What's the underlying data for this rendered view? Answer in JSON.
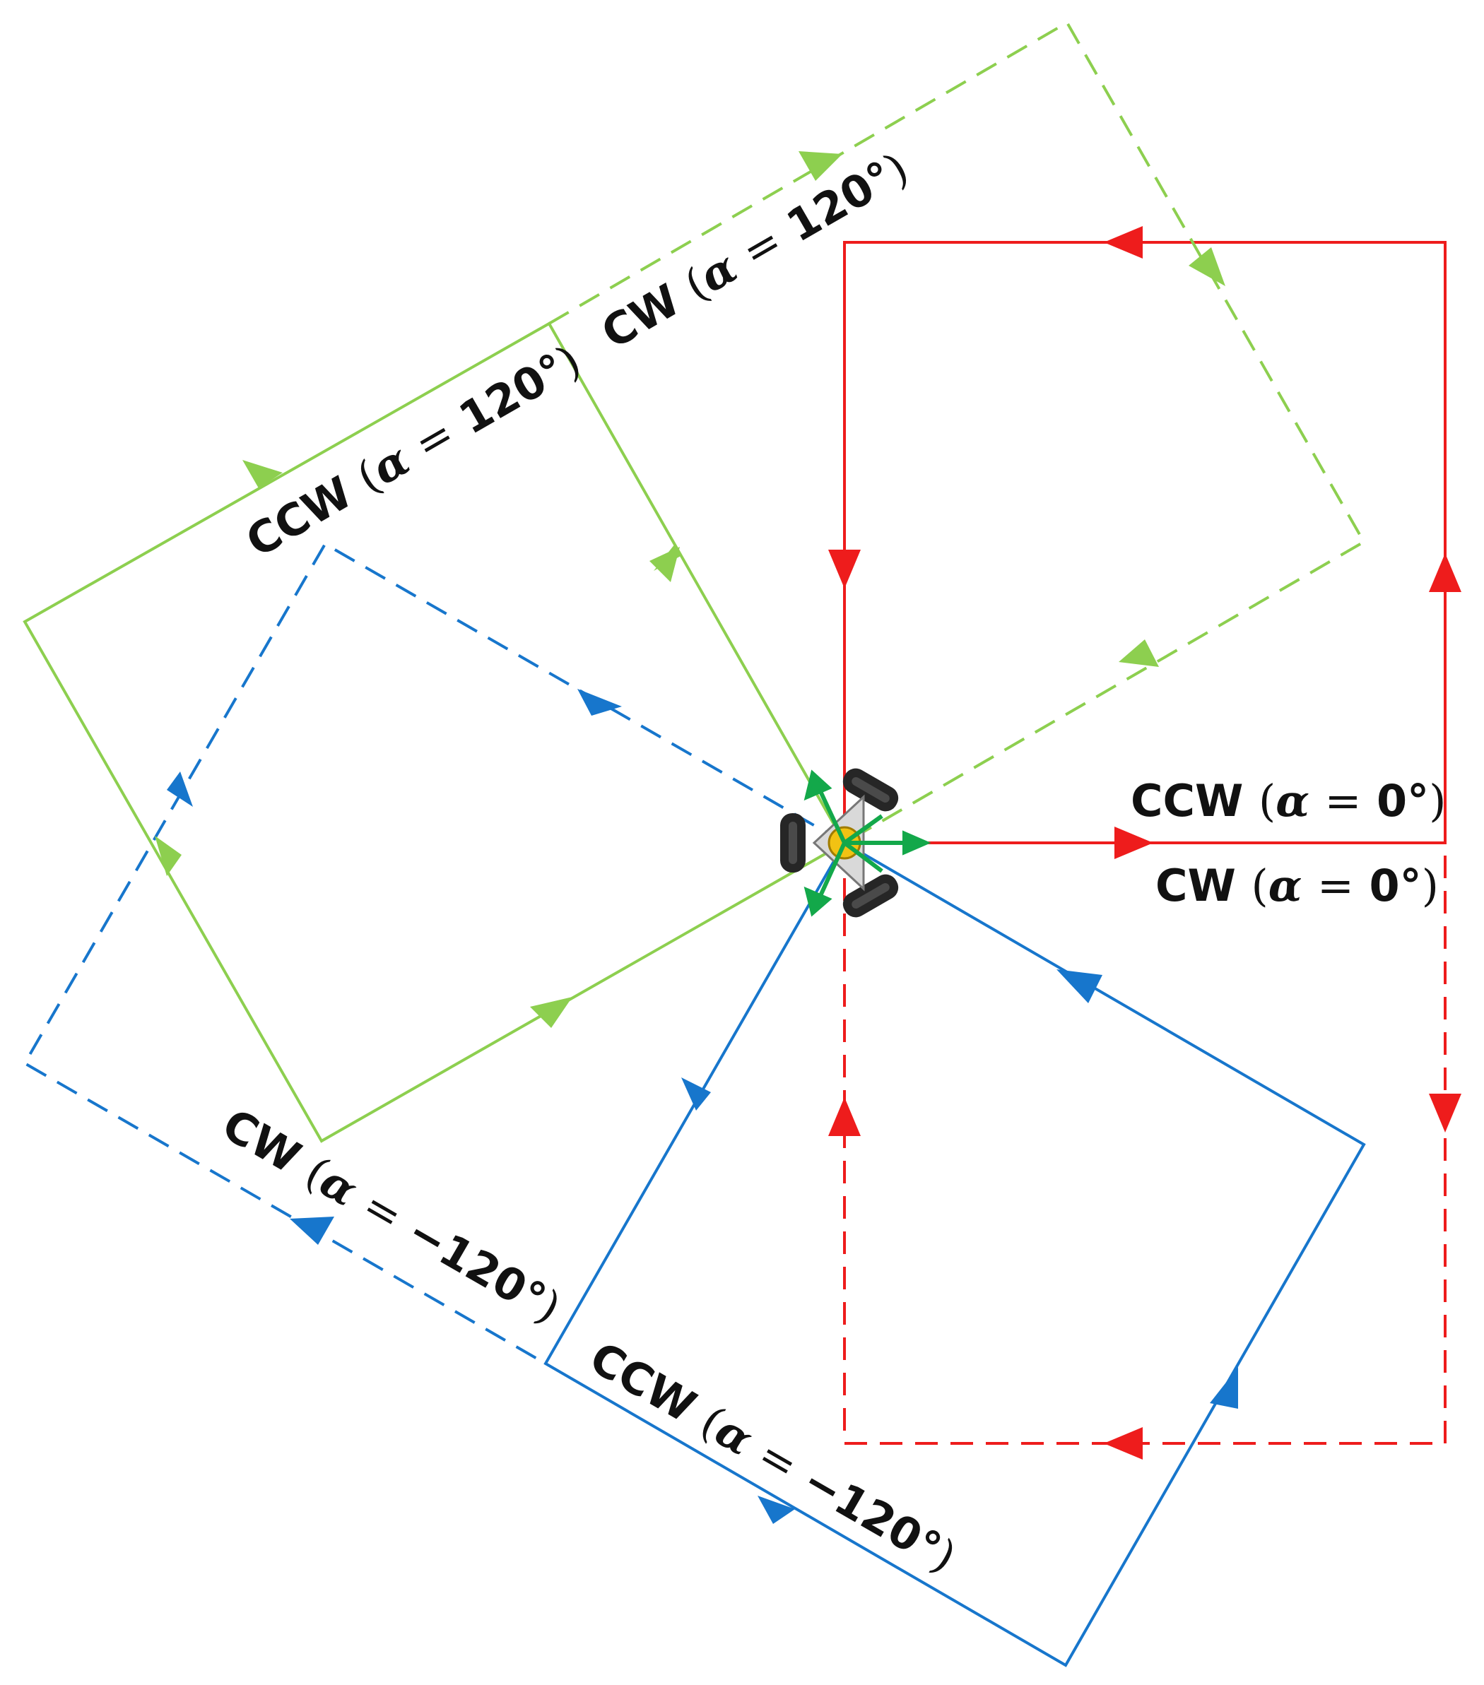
{
  "colors": {
    "red": "#ee1c1c",
    "green_light": "#8dcf4f",
    "blue": "#1776cc",
    "green_axis": "#13a84a",
    "robot_body": "#262626",
    "robot_center": "#f2c213"
  },
  "paths": [
    {
      "id": "red-ccw",
      "color": "red",
      "style": "solid",
      "direction": "CCW",
      "alpha": "0°"
    },
    {
      "id": "red-cw",
      "color": "red",
      "style": "dashed",
      "direction": "CW",
      "alpha": "0°"
    },
    {
      "id": "green-ccw",
      "color": "green_light",
      "style": "solid",
      "direction": "CCW",
      "alpha": "120°"
    },
    {
      "id": "green-cw",
      "color": "green_light",
      "style": "dashed",
      "direction": "CW",
      "alpha": "120°"
    },
    {
      "id": "blue-ccw",
      "color": "blue",
      "style": "solid",
      "direction": "CCW",
      "alpha": "−120°"
    },
    {
      "id": "blue-cw",
      "color": "blue",
      "style": "dashed",
      "direction": "CW",
      "alpha": "−120°"
    }
  ],
  "labels": {
    "ccw_0": {
      "dir": "CCW",
      "open": "(",
      "alpha": "α",
      "eq": "=",
      "value": "0°",
      "close": ")"
    },
    "cw_0": {
      "dir": "CW",
      "open": "(",
      "alpha": "α",
      "eq": "=",
      "value": "0°",
      "close": ")"
    },
    "ccw_120": {
      "dir": "CCW",
      "open": "(",
      "alpha": "α",
      "eq": "=",
      "value": "120°",
      "close": ")"
    },
    "cw_120": {
      "dir": "CW",
      "open": "(",
      "alpha": "α",
      "eq": "=",
      "value": "120°",
      "close": ")"
    },
    "cw_m120": {
      "dir": "CW",
      "open": "(",
      "alpha": "α",
      "eq": "=",
      "value": "−120°",
      "close": ")"
    },
    "ccw_m120": {
      "dir": "CCW",
      "open": "(",
      "alpha": "α",
      "eq": "=",
      "value": "−120°",
      "close": ")"
    }
  },
  "robot": {
    "icon": "omni-robot-icon",
    "axes": 6
  }
}
